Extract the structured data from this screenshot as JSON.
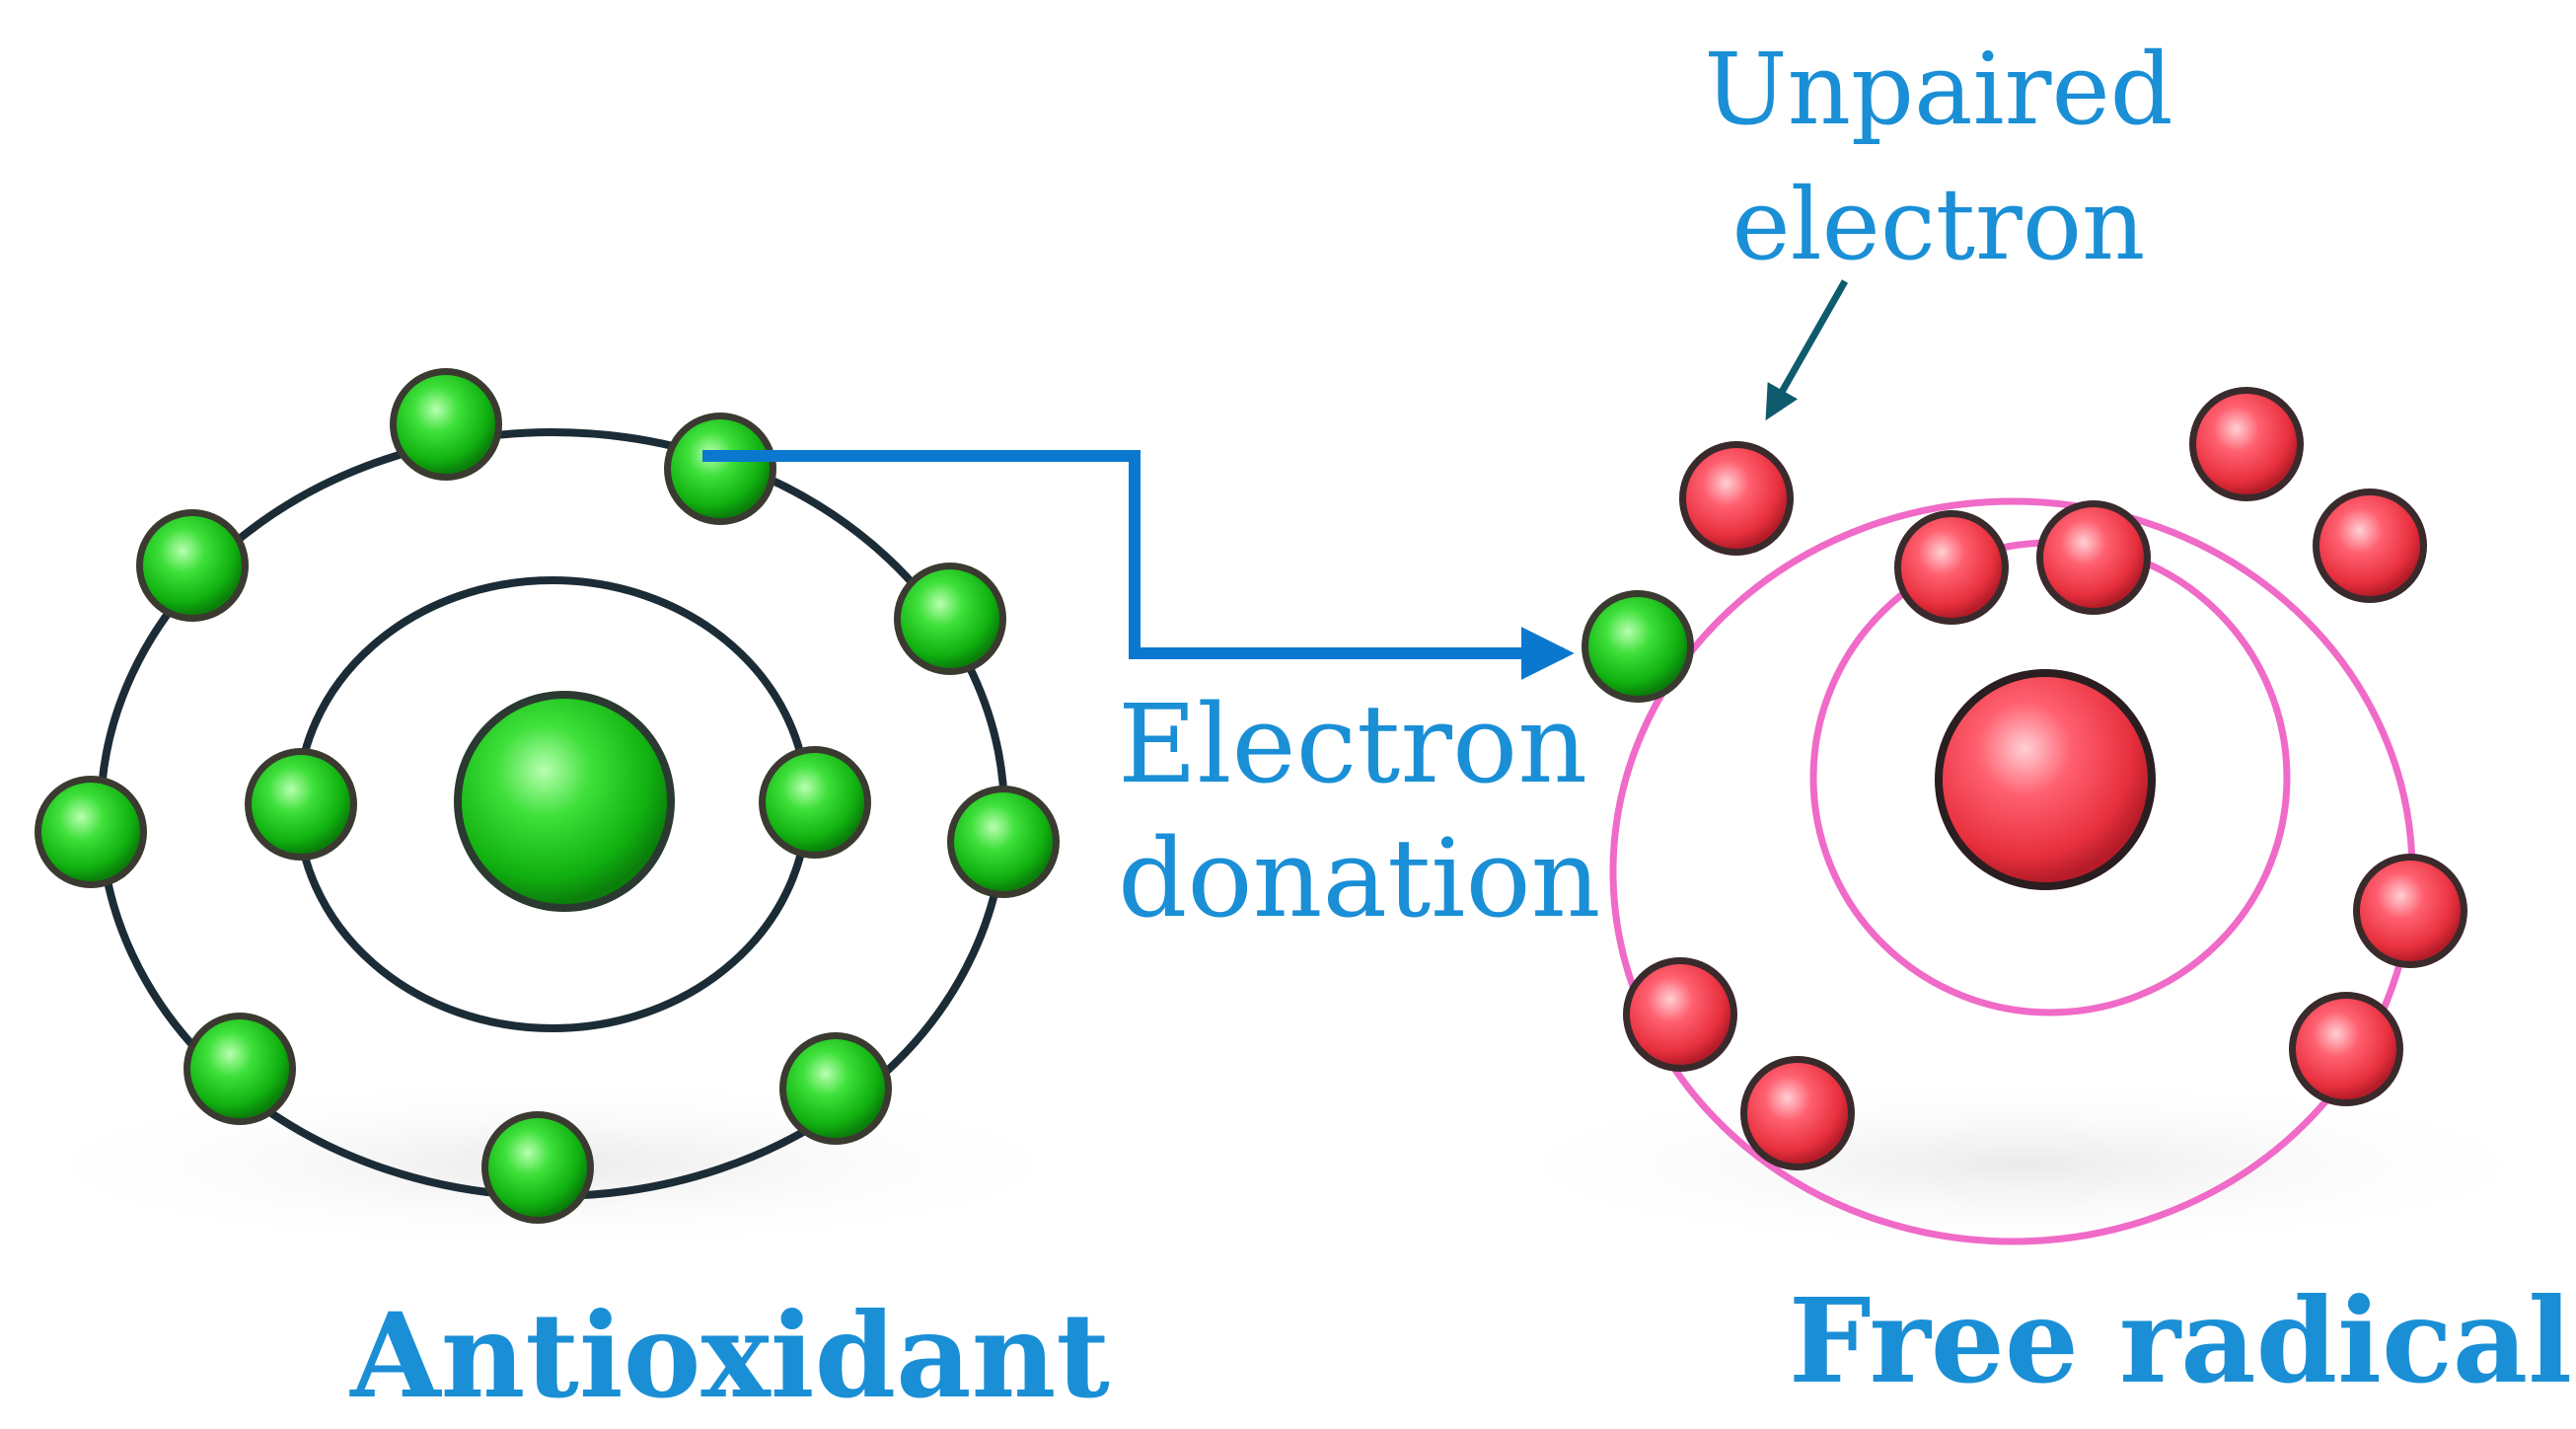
{
  "labels": {
    "antioxidant": "Antioxidant",
    "free_radical": "Free radical",
    "donation_line1": "Electron",
    "donation_line2": "donation",
    "unpaired_line1": "Unpaired",
    "unpaired_line2": "electron"
  },
  "colors": {
    "label_blue": "#1a8fd6",
    "transfer_arrow": "#0b78d0",
    "pointer_arrow": "#0e5b6e",
    "antioxidant_orbit": "#1b2c36",
    "radical_orbit": "#f06ac8",
    "green_electron": "#1fcc1f",
    "red_electron": "#f03c4a"
  },
  "icons": {
    "antioxidant_nucleus": "green-sphere",
    "radical_nucleus": "red-sphere",
    "electron": "sphere"
  }
}
